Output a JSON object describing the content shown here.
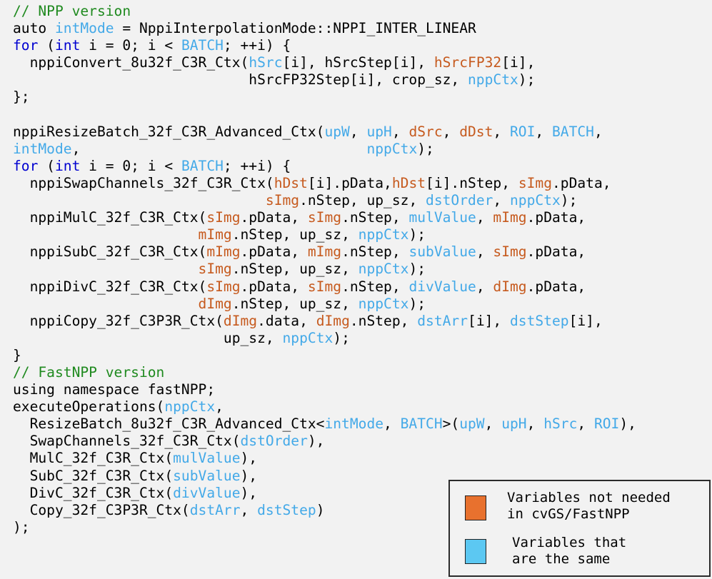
{
  "colors": {
    "comment": "#1f8a1f",
    "keyword": "#0000d0",
    "not_needed": "#c65a1e",
    "same": "#43a9e8",
    "default": "#000000"
  },
  "code_lines": [
    [
      [
        "c",
        "// NPP version"
      ]
    ],
    [
      [
        "t",
        "auto "
      ],
      [
        "b",
        "intMode"
      ],
      [
        "t",
        " = NppiInterpolationMode::NPPI_INTER_LINEAR"
      ]
    ],
    [
      [
        "k",
        "for"
      ],
      [
        "t",
        " ("
      ],
      [
        "k",
        "int"
      ],
      [
        "t",
        " i = 0; i < "
      ],
      [
        "b",
        "BATCH"
      ],
      [
        "t",
        "; ++i) {"
      ]
    ],
    [
      [
        "t",
        "  nppiConvert_8u32f_C3R_Ctx("
      ],
      [
        "b",
        "hSrc"
      ],
      [
        "t",
        "[i], hSrcStep[i], "
      ],
      [
        "o",
        "hSrcFP32"
      ],
      [
        "t",
        "[i],"
      ]
    ],
    [
      [
        "t",
        "                            hSrcFP32Step[i], crop_sz, "
      ],
      [
        "b",
        "nppCtx"
      ],
      [
        "t",
        ");"
      ]
    ],
    [
      [
        "t",
        "};"
      ]
    ],
    [],
    [
      [
        "t",
        "nppiResizeBatch_32f_C3R_Advanced_Ctx("
      ],
      [
        "b",
        "upW"
      ],
      [
        "t",
        ", "
      ],
      [
        "b",
        "upH"
      ],
      [
        "t",
        ", "
      ],
      [
        "o",
        "dSrc"
      ],
      [
        "t",
        ", "
      ],
      [
        "o",
        "dDst"
      ],
      [
        "t",
        ", "
      ],
      [
        "b",
        "ROI"
      ],
      [
        "t",
        ", "
      ],
      [
        "b",
        "BATCH"
      ],
      [
        "t",
        ","
      ]
    ],
    [
      [
        "b",
        "intMode"
      ],
      [
        "t",
        ",                                  "
      ],
      [
        "b",
        "nppCtx"
      ],
      [
        "t",
        ");"
      ]
    ],
    [
      [
        "k",
        "for"
      ],
      [
        "t",
        " ("
      ],
      [
        "k",
        "int"
      ],
      [
        "t",
        " i = 0; i < "
      ],
      [
        "b",
        "BATCH"
      ],
      [
        "t",
        "; ++i) {"
      ]
    ],
    [
      [
        "t",
        "  nppiSwapChannels_32f_C3R_Ctx("
      ],
      [
        "o",
        "hDst"
      ],
      [
        "t",
        "[i].pData,"
      ],
      [
        "o",
        "hDst"
      ],
      [
        "t",
        "[i].nStep, "
      ],
      [
        "o",
        "sImg"
      ],
      [
        "t",
        ".pData,"
      ]
    ],
    [
      [
        "t",
        "                              "
      ],
      [
        "o",
        "sImg"
      ],
      [
        "t",
        ".nStep, up_sz, "
      ],
      [
        "b",
        "dstOrder"
      ],
      [
        "t",
        ", "
      ],
      [
        "b",
        "nppCtx"
      ],
      [
        "t",
        ");"
      ]
    ],
    [
      [
        "t",
        "  nppiMulC_32f_C3R_Ctx("
      ],
      [
        "o",
        "sImg"
      ],
      [
        "t",
        ".pData, "
      ],
      [
        "o",
        "sImg"
      ],
      [
        "t",
        ".nStep, "
      ],
      [
        "b",
        "mulValue"
      ],
      [
        "t",
        ", "
      ],
      [
        "o",
        "mImg"
      ],
      [
        "t",
        ".pData,"
      ]
    ],
    [
      [
        "t",
        "                      "
      ],
      [
        "o",
        "mImg"
      ],
      [
        "t",
        ".nStep, up_sz, "
      ],
      [
        "b",
        "nppCtx"
      ],
      [
        "t",
        ");"
      ]
    ],
    [
      [
        "t",
        "  nppiSubC_32f_C3R_Ctx("
      ],
      [
        "o",
        "mImg"
      ],
      [
        "t",
        ".pData, "
      ],
      [
        "o",
        "mImg"
      ],
      [
        "t",
        ".nStep, "
      ],
      [
        "b",
        "subValue"
      ],
      [
        "t",
        ", "
      ],
      [
        "o",
        "sImg"
      ],
      [
        "t",
        ".pData,"
      ]
    ],
    [
      [
        "t",
        "                      "
      ],
      [
        "o",
        "sImg"
      ],
      [
        "t",
        ".nStep, up_sz, "
      ],
      [
        "b",
        "nppCtx"
      ],
      [
        "t",
        ");"
      ]
    ],
    [
      [
        "t",
        "  nppiDivC_32f_C3R_Ctx("
      ],
      [
        "o",
        "sImg"
      ],
      [
        "t",
        ".pData, "
      ],
      [
        "o",
        "sImg"
      ],
      [
        "t",
        ".nStep, "
      ],
      [
        "b",
        "divValue"
      ],
      [
        "t",
        ", "
      ],
      [
        "o",
        "dImg"
      ],
      [
        "t",
        ".pData,"
      ]
    ],
    [
      [
        "t",
        "                      "
      ],
      [
        "o",
        "dImg"
      ],
      [
        "t",
        ".nStep, up_sz, "
      ],
      [
        "b",
        "nppCtx"
      ],
      [
        "t",
        ");"
      ]
    ],
    [
      [
        "t",
        "  nppiCopy_32f_C3P3R_Ctx("
      ],
      [
        "o",
        "dImg"
      ],
      [
        "t",
        ".data, "
      ],
      [
        "o",
        "dImg"
      ],
      [
        "t",
        ".nStep, "
      ],
      [
        "b",
        "dstArr"
      ],
      [
        "t",
        "[i], "
      ],
      [
        "b",
        "dstStep"
      ],
      [
        "t",
        "[i],"
      ]
    ],
    [
      [
        "t",
        "                         up_sz, "
      ],
      [
        "b",
        "nppCtx"
      ],
      [
        "t",
        ");"
      ]
    ],
    [
      [
        "t",
        "}"
      ]
    ],
    [
      [
        "c",
        "// FastNPP version"
      ]
    ],
    [
      [
        "t",
        "using namespace fastNPP;"
      ]
    ],
    [
      [
        "t",
        "executeOperations("
      ],
      [
        "b",
        "nppCtx"
      ],
      [
        "t",
        ","
      ]
    ],
    [
      [
        "t",
        "  ResizeBatch_8u32f_C3R_Advanced_Ctx<"
      ],
      [
        "b",
        "intMode"
      ],
      [
        "t",
        ", "
      ],
      [
        "b",
        "BATCH"
      ],
      [
        "t",
        ">("
      ],
      [
        "b",
        "upW"
      ],
      [
        "t",
        ", "
      ],
      [
        "b",
        "upH"
      ],
      [
        "t",
        ", "
      ],
      [
        "b",
        "hSrc"
      ],
      [
        "t",
        ", "
      ],
      [
        "b",
        "ROI"
      ],
      [
        "t",
        "),"
      ]
    ],
    [
      [
        "t",
        "  SwapChannels_32f_C3R_Ctx("
      ],
      [
        "b",
        "dstOrder"
      ],
      [
        "t",
        "),"
      ]
    ],
    [
      [
        "t",
        "  MulC_32f_C3R_Ctx("
      ],
      [
        "b",
        "mulValue"
      ],
      [
        "t",
        "),"
      ]
    ],
    [
      [
        "t",
        "  SubC_32f_C3R_Ctx("
      ],
      [
        "b",
        "subValue"
      ],
      [
        "t",
        "),"
      ]
    ],
    [
      [
        "t",
        "  DivC_32f_C3R_Ctx("
      ],
      [
        "b",
        "divValue"
      ],
      [
        "t",
        "),"
      ]
    ],
    [
      [
        "t",
        "  Copy_32f_C3P3R_Ctx("
      ],
      [
        "b",
        "dstArr"
      ],
      [
        "t",
        ", "
      ],
      [
        "b",
        "dstStep"
      ],
      [
        "t",
        ")"
      ]
    ],
    [
      [
        "t",
        ");"
      ]
    ]
  ],
  "legend": {
    "not_needed_line1": "Variables not needed",
    "not_needed_line2": "in cvGS/FastNPP",
    "same_line1": "Variables that",
    "same_line2": "are the same"
  }
}
